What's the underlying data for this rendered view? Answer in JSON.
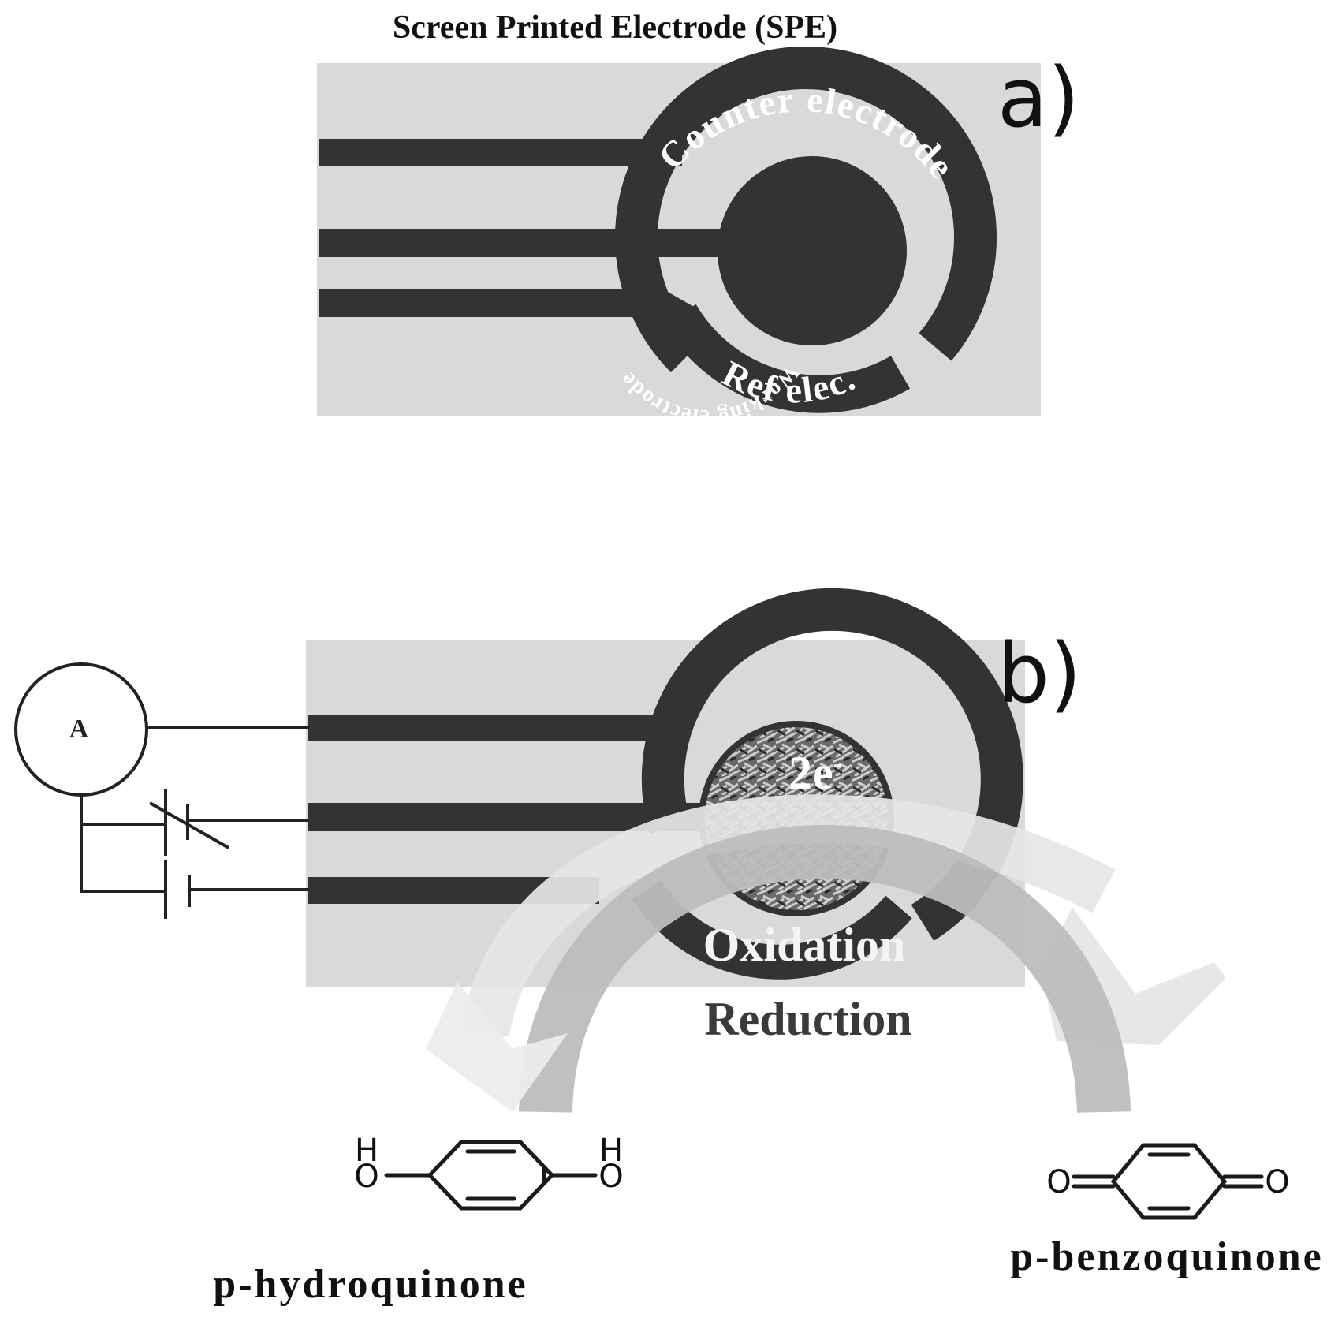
{
  "title": "Screen Printed Electrode (SPE)",
  "panel_a": {
    "label": "a)",
    "counter_label": "Counter electrode",
    "working_label": "Working electrode",
    "ref_label": "Ref elec."
  },
  "panel_b": {
    "label": "b)",
    "ammeter_label": "A",
    "electron_label": "2e",
    "electron_superscript": "-",
    "oxidation_label": "Oxidation",
    "reduction_label": "Reduction"
  },
  "molecules": {
    "left_name": "p-hydroquinone",
    "right_name": "p-benzoquinone",
    "hydroxyl_atom": "O",
    "hydrogen_atom": "H",
    "carbonyl_atom": "O"
  },
  "colors": {
    "substrate": "#d9d9d9",
    "track": "#333333",
    "arrow_light": "#e6e6e6",
    "arrow_mid": "#bdbdbd",
    "text_dark": "#111111"
  }
}
